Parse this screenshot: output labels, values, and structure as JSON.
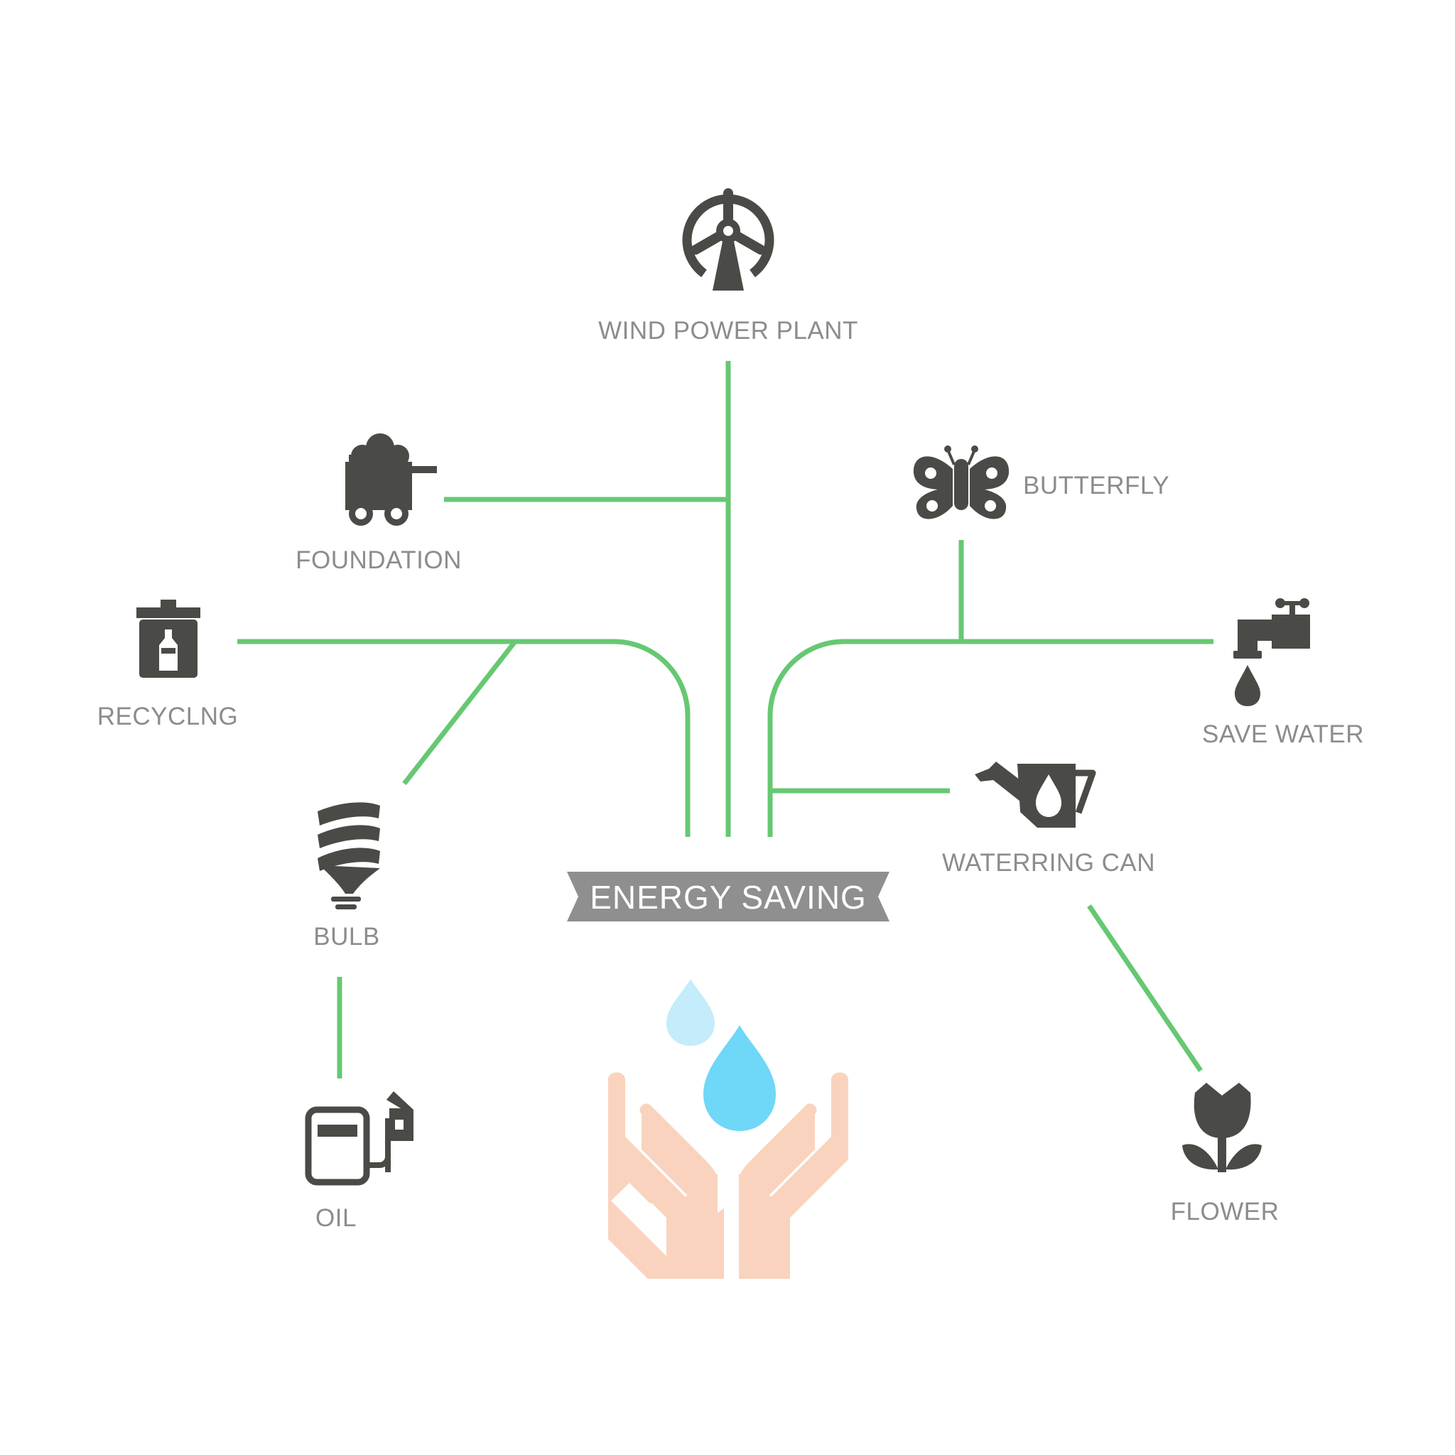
{
  "title": "ENERGY SAVING",
  "colors": {
    "connector": "#66c872",
    "icon": "#4a4a46",
    "label": "#8c8c8c",
    "banner": "#8f8f8f",
    "drop_light": "#c4ecfb",
    "drop_main": "#6fd7f7",
    "hands": "#f9d3bd"
  },
  "nodes": [
    {
      "id": "wind",
      "label": "WIND POWER PLANT",
      "icon": "wind-turbine-icon"
    },
    {
      "id": "foundation",
      "label": "FOUNDATION",
      "icon": "coal-cart-icon"
    },
    {
      "id": "recycling",
      "label": "RECYCLNG",
      "icon": "recycle-bin-icon"
    },
    {
      "id": "bulb",
      "label": "BULB",
      "icon": "energy-saving-bulb-icon"
    },
    {
      "id": "oil",
      "label": "OIL",
      "icon": "fuel-pump-icon"
    },
    {
      "id": "butterfly",
      "label": "BUTTERFLY",
      "icon": "butterfly-icon"
    },
    {
      "id": "save_water",
      "label": "SAVE WATER",
      "icon": "water-tap-icon"
    },
    {
      "id": "watering_can",
      "label": "WATERRING CAN",
      "icon": "watering-can-icon"
    },
    {
      "id": "flower",
      "label": "FLOWER",
      "icon": "tulip-icon"
    }
  ],
  "center_icon": "hands-water-drops-icon"
}
